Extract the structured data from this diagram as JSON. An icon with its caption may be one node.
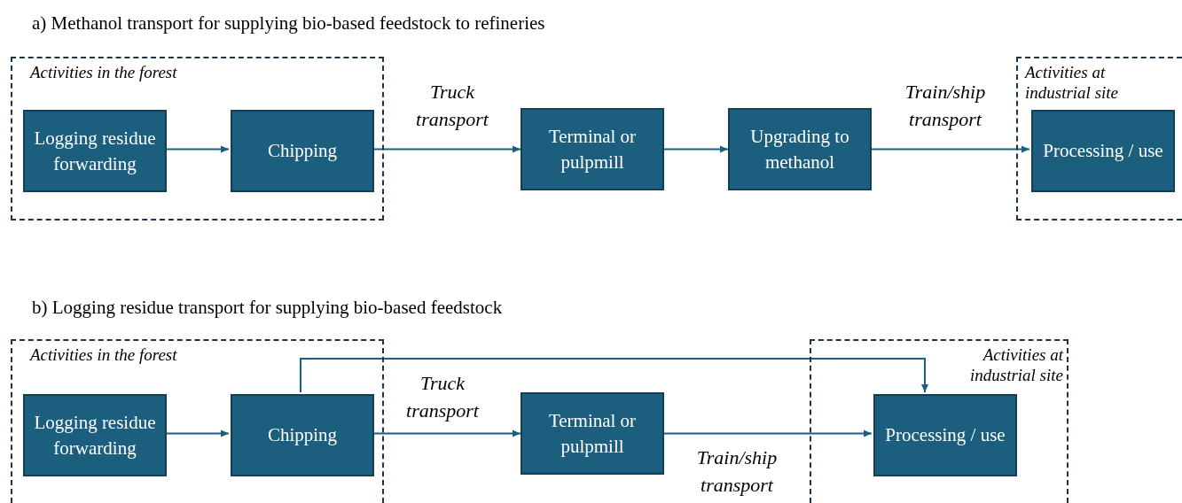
{
  "diagram": {
    "nodes": [
      {
        "text": [
          "Activities in the forest"
        ]
      },
      {
        "text": [
          "Logging residue forwarding"
        ],
        "in": 0
      },
      {
        "text": [
          "Chipping"
        ],
        "in": 0
      },
      {
        "text": [
          "Terminal or pulpmill"
        ]
      },
      {
        "text": [
          "Upgrading to methanol"
        ]
      },
      {
        "text": [
          "Activities at industrial site"
        ]
      },
      {
        "text": [
          "Processing / use"
        ],
        "in": 5
      },
      {
        "text": [
          "Activities in the forest"
        ]
      },
      {
        "text": [
          "Logging residue forwarding"
        ],
        "in": 7
      },
      {
        "text": [
          "Chipping"
        ],
        "in": 7
      },
      {
        "text": [
          "Terminal or pulpmill"
        ]
      },
      {
        "text": [
          "Activities at industrial site"
        ]
      },
      {
        "text": [
          "Processing / use"
        ],
        "in": 11
      }
    ],
    "edges": [
      {
        "from": 1,
        "to": 2,
        "arrow": "to"
      },
      {
        "from": 2,
        "to": 3,
        "arrow": "to",
        "label": "Truck transport"
      },
      {
        "from": 3,
        "to": 4,
        "arrow": "to"
      },
      {
        "from": 4,
        "to": 6,
        "arrow": "to",
        "label": "Train/ship transport"
      },
      {
        "from": 8,
        "to": 9,
        "arrow": "to"
      },
      {
        "from": 9,
        "to": 10,
        "arrow": "to",
        "label": "Truck transport"
      },
      {
        "from": 10,
        "to": 12,
        "arrow": "to",
        "label": "Train/ship transport"
      },
      {
        "from": 9,
        "to": 12,
        "arrow": "to"
      }
    ],
    "labels": [
      "a) Methanol transport for supplying bio-based feedstock to refineries",
      "b) Logging residue transport for supplying bio-based feedstock"
    ]
  }
}
